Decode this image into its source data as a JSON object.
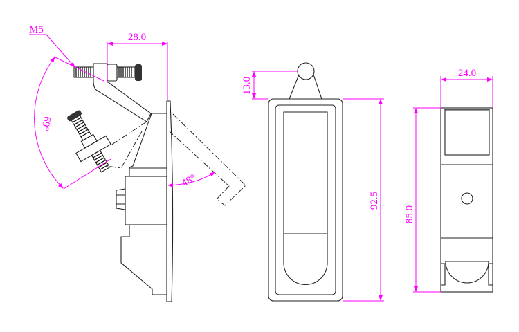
{
  "side_view": {
    "thread_label": "M5",
    "width_dim": "28.0",
    "swing_angle": "69°",
    "handle_angle": "48°"
  },
  "front_view": {
    "knob_height_dim": "13.0",
    "height_dim": "92.5"
  },
  "end_view": {
    "width_dim": "24.0",
    "height_dim": "85.0"
  },
  "colors": {
    "dimension": "#ff00ff",
    "outline": "#222222"
  }
}
